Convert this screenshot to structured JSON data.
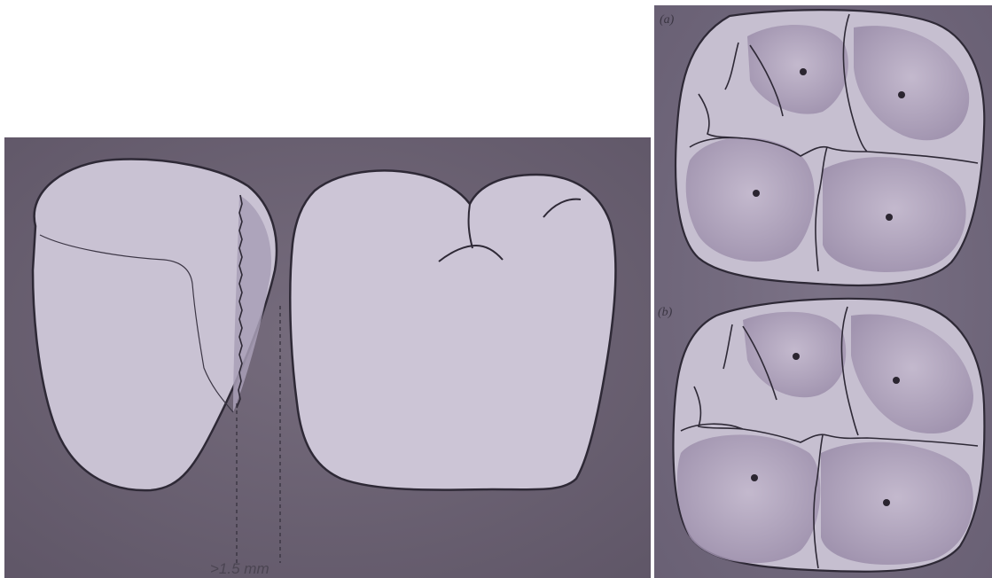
{
  "left_figure": {
    "measurement_label": ">1.5 mm"
  },
  "right_figure": {
    "panel_a_label": "(a)",
    "panel_b_label": "(b)"
  },
  "colors": {
    "background_left": "#6d6374",
    "background_right": "#756c80",
    "tooth_fill": "#c9c2d3",
    "tooth_shadow": "#b6aec2",
    "cusp_shade": "#9f92ad",
    "outline": "#2e2936",
    "cusp_dot": "#2b2530"
  }
}
